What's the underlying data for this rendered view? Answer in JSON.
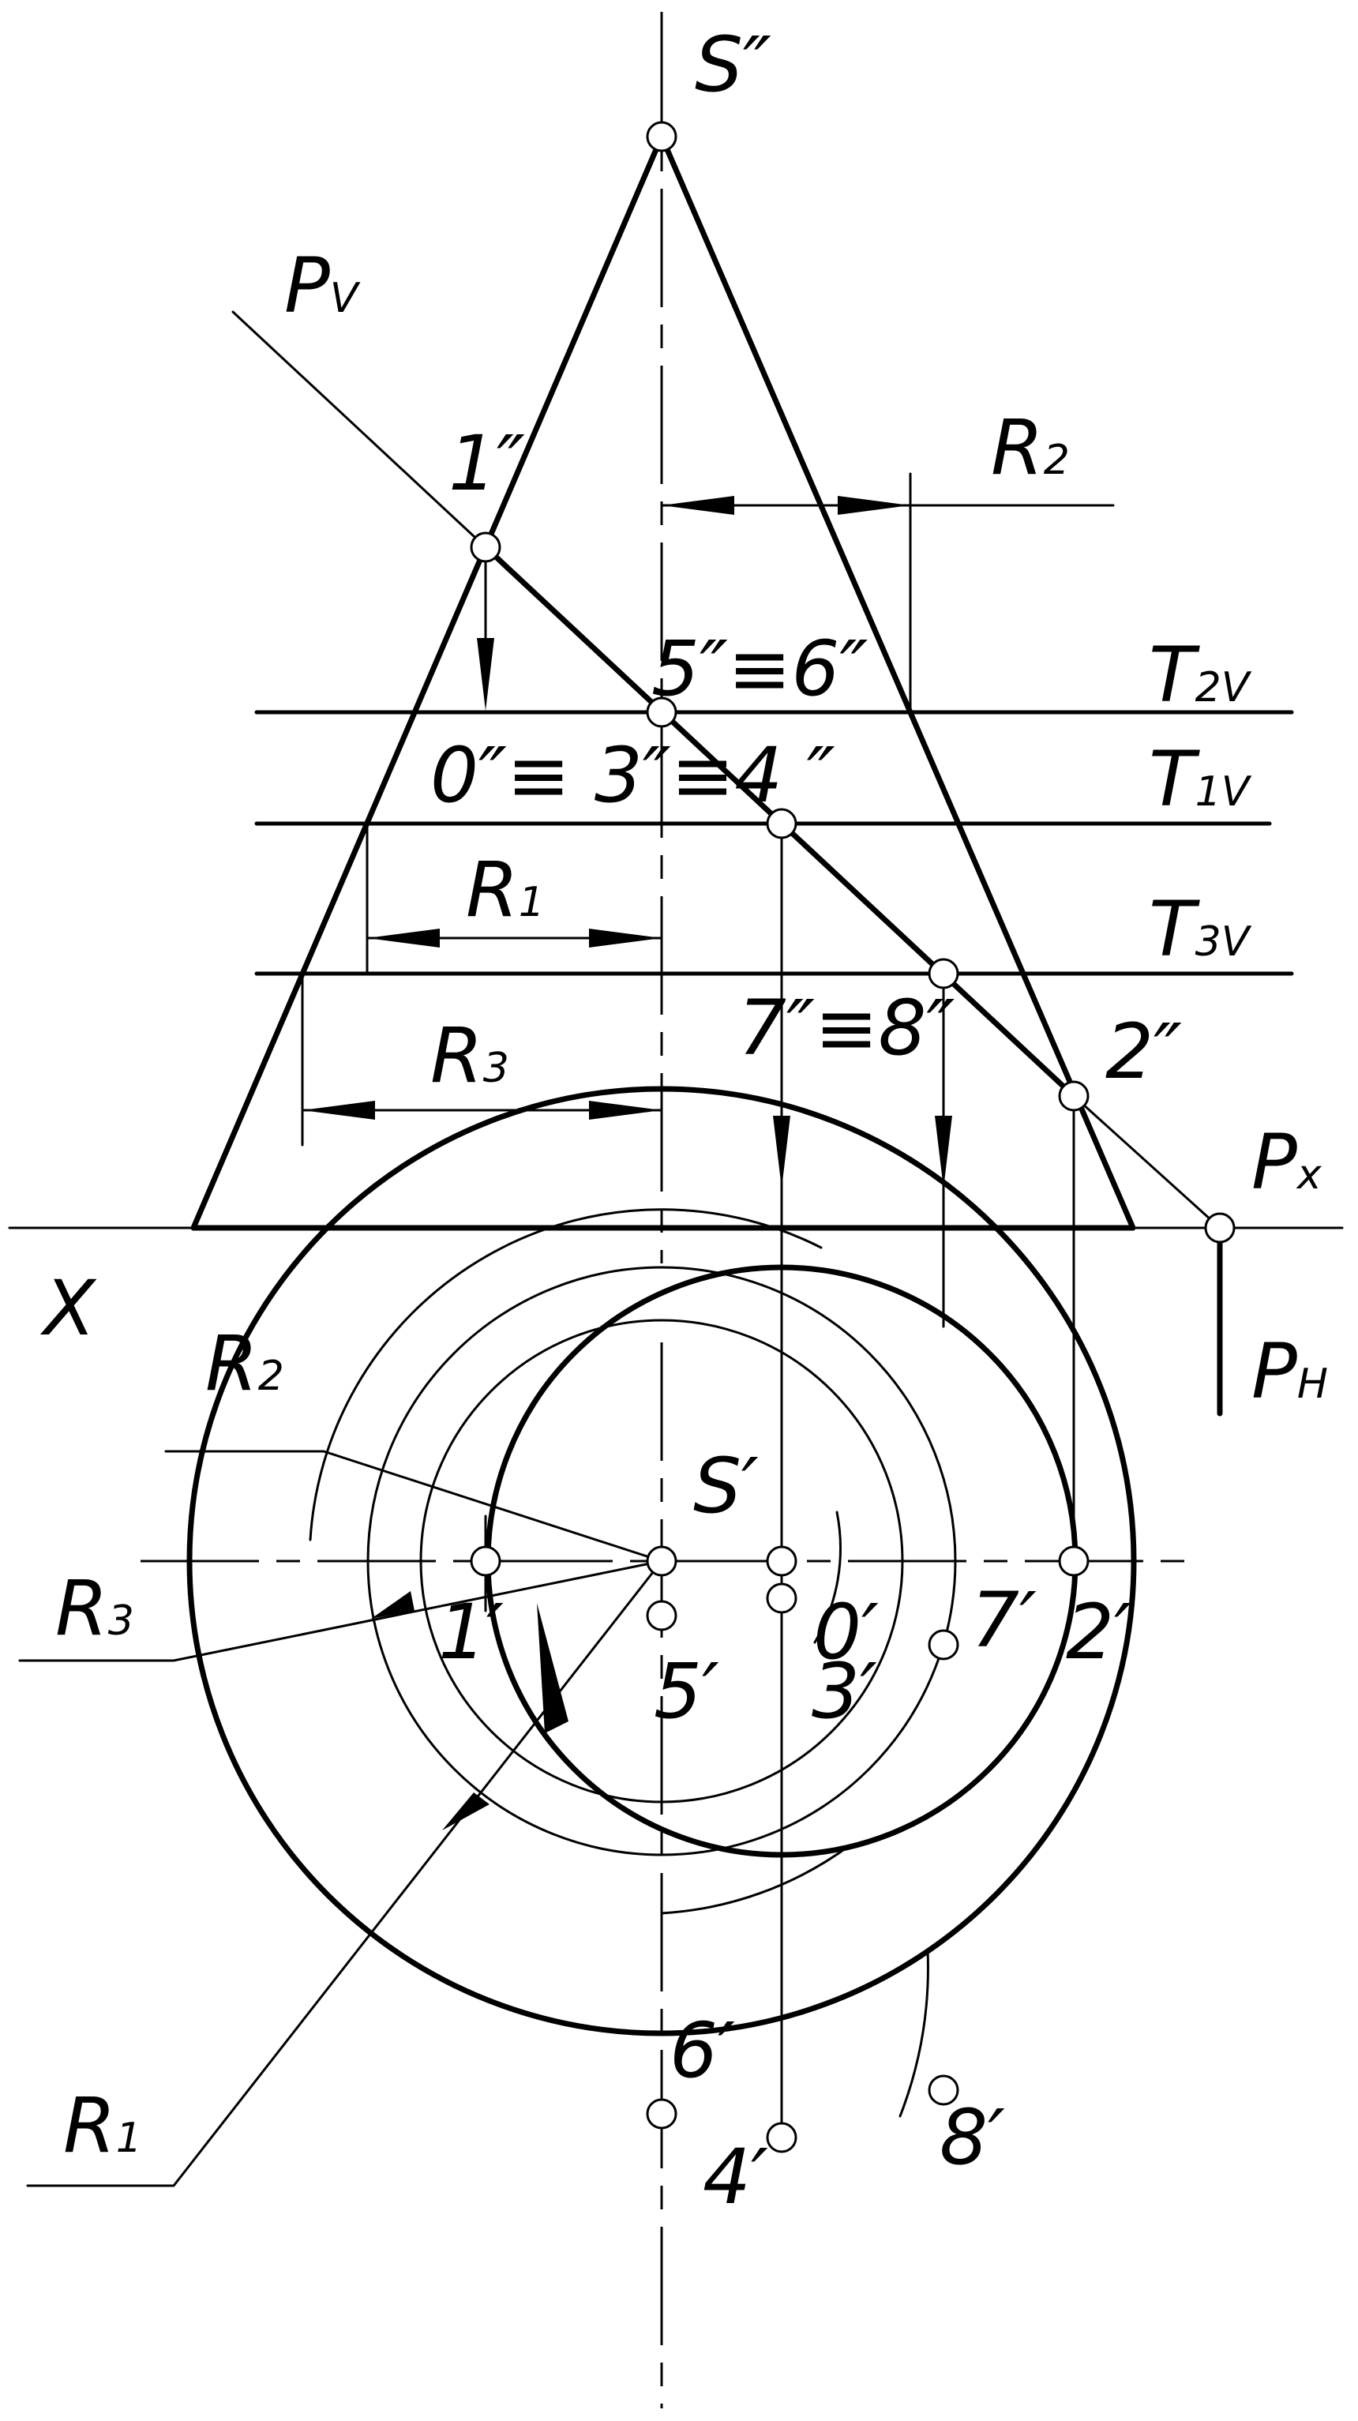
{
  "labels": {
    "s_front": "S″",
    "p_v": "P",
    "p_v_sub": "V",
    "pt1_front": "1″",
    "r2_top": "R",
    "r2_top_sub": "2",
    "pts56_front": "5″≡6″",
    "t2v": "T",
    "t2v_sub": "2V",
    "pts034_front": "0″≡ 3″≡4 ″",
    "t1v": "T",
    "t1v_sub": "1V",
    "r1_top": "R",
    "r1_top_sub": "1",
    "t3v": "T",
    "t3v_sub": "3V",
    "r3_top": "R",
    "r3_top_sub": "3",
    "pts78_front": "7″≡8″",
    "pt2_front": "2″",
    "p_x": "P",
    "p_x_sub": "x",
    "axis_x": "X",
    "p_h": "P",
    "p_h_sub": "H",
    "r2_plan": "R",
    "r2_plan_sub": "2",
    "r3_plan": "R",
    "r3_plan_sub": "3",
    "pt5_plan": "5′",
    "pt3_plan": "3′",
    "pt7_plan": "7′",
    "s_plan": "S′",
    "pt1_plan": "1′",
    "o_plan": "0′",
    "pt2_plan": "2′",
    "pt6_plan": "6′",
    "r1_plan": "R",
    "r1_plan_sub": "1",
    "pt8_plan": "8′",
    "pt4_plan": "4′"
  }
}
